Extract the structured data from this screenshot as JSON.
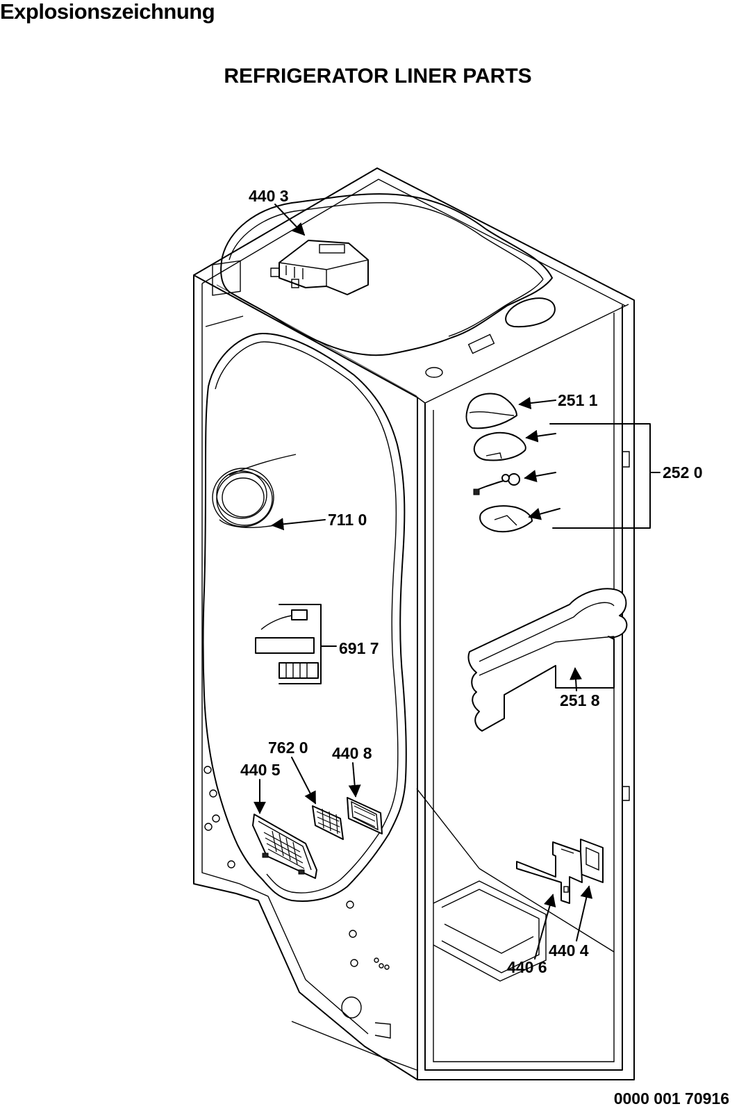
{
  "document": {
    "heading": "Explosionszeichnung",
    "title": "REFRIGERATOR LINER PARTS",
    "drawing_number": "0000 001 70916"
  },
  "callouts": {
    "c4403": "440 3",
    "c2511": "251 1",
    "c2520": "252 0",
    "c7110": "711 0",
    "c6917": "691 7",
    "c2518": "251 8",
    "c7620": "762 0",
    "c4408": "440 8",
    "c4405": "440 5",
    "c4404": "440 4",
    "c4406": "440 6"
  }
}
